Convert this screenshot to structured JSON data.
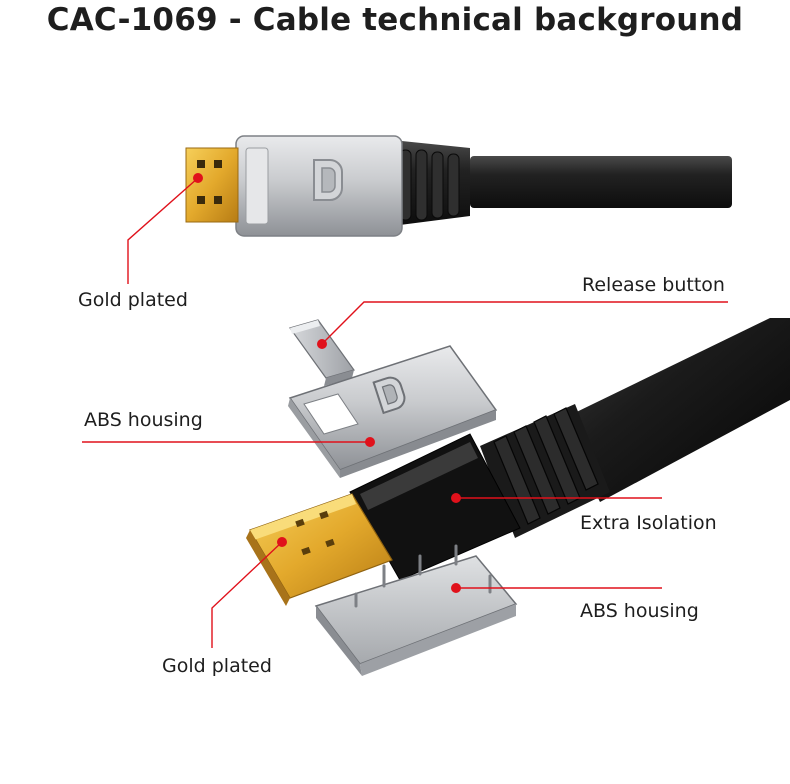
{
  "title": "CAC-1069 - Cable technical background",
  "labels": {
    "gold_plated_top": "Gold plated",
    "release_button": "Release button",
    "abs_housing_top": "ABS housing",
    "extra_isolation": "Extra Isolation",
    "abs_housing_bottom": "ABS housing",
    "gold_plated_bottom": "Gold plated"
  },
  "connector_logo": "D",
  "colors": {
    "text": "#1e1e1e",
    "leader": "#e0111b",
    "gold": "#e8b33a",
    "silver": "#c8cacd",
    "cable": "#1c1c1c"
  }
}
